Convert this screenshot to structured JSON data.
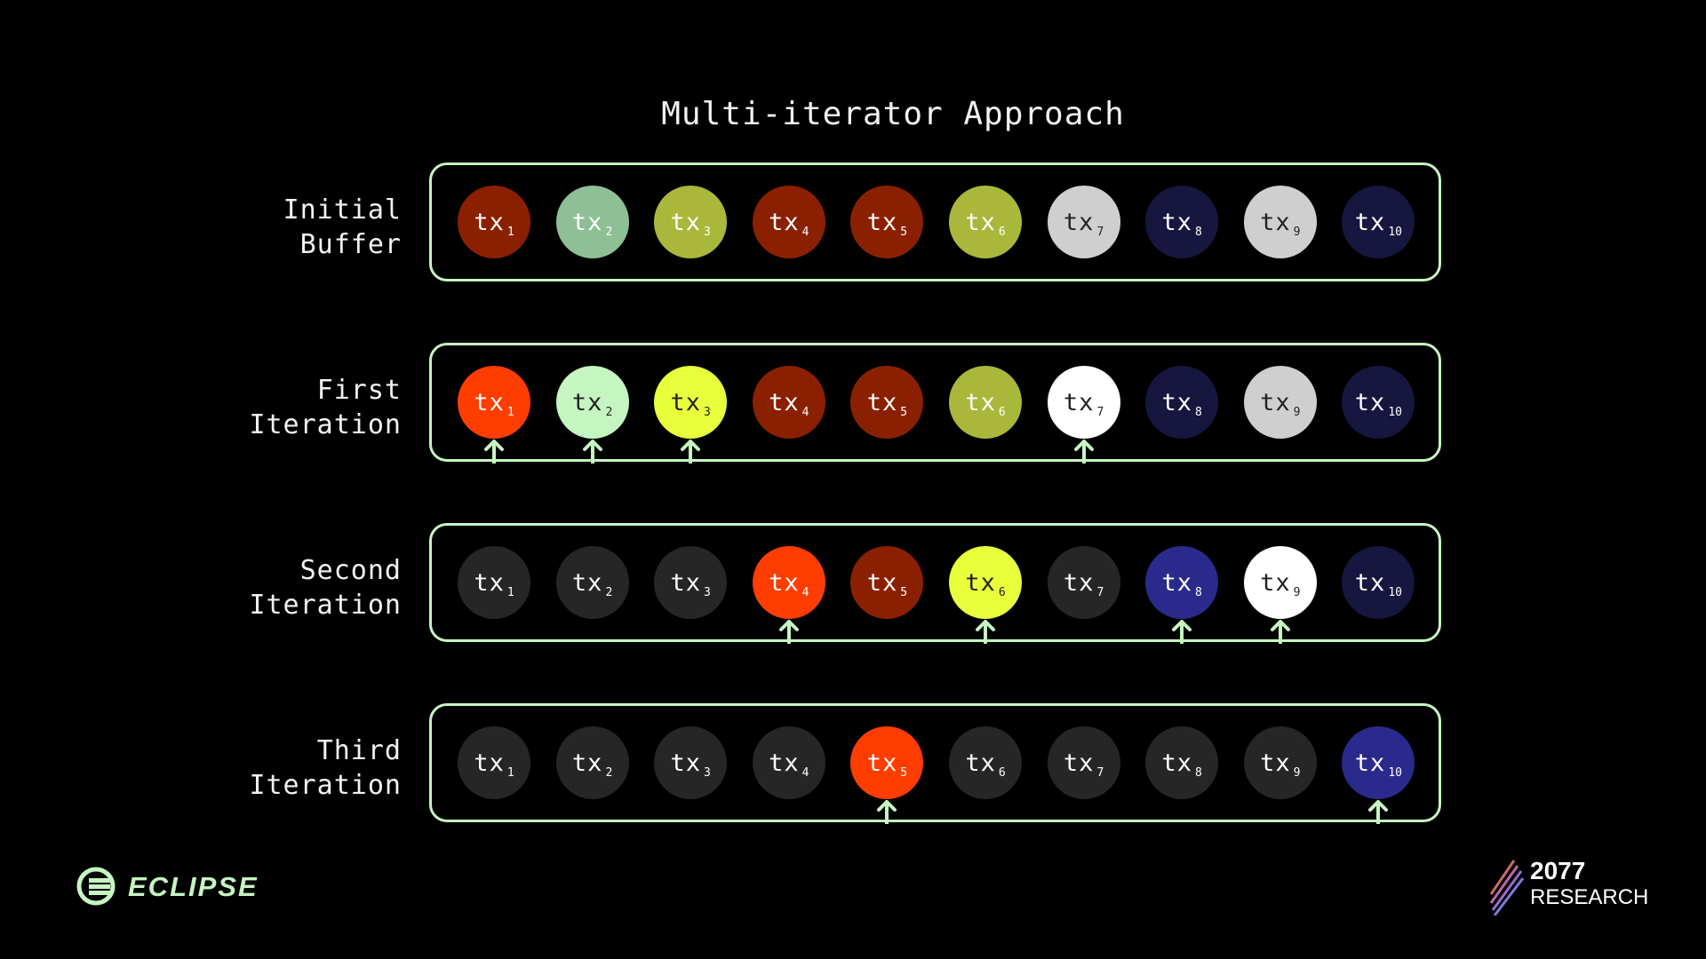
{
  "title": "Multi-iterator Approach",
  "colors": {
    "border": "#c5f5c0",
    "arrow": "#c5f5c0",
    "logo_green": "#c5f5c0"
  },
  "rows": [
    {
      "label_lines": [
        "Initial",
        "Buffer"
      ],
      "txs": [
        {
          "label": "tx",
          "sub": "1",
          "bg": "#8b2000",
          "fg": "#ffffff",
          "selected": false
        },
        {
          "label": "tx",
          "sub": "2",
          "bg": "#8ebf95",
          "fg": "#ffffff",
          "selected": false
        },
        {
          "label": "tx",
          "sub": "3",
          "bg": "#a9b83a",
          "fg": "#ffffff",
          "selected": false
        },
        {
          "label": "tx",
          "sub": "4",
          "bg": "#8b2000",
          "fg": "#ffffff",
          "selected": false
        },
        {
          "label": "tx",
          "sub": "5",
          "bg": "#8b2000",
          "fg": "#ffffff",
          "selected": false
        },
        {
          "label": "tx",
          "sub": "6",
          "bg": "#a9b83a",
          "fg": "#ffffff",
          "selected": false
        },
        {
          "label": "tx",
          "sub": "7",
          "bg": "#cfcfcf",
          "fg": "#222222",
          "selected": false
        },
        {
          "label": "tx",
          "sub": "8",
          "bg": "#16163f",
          "fg": "#ffffff",
          "selected": false
        },
        {
          "label": "tx",
          "sub": "9",
          "bg": "#cfcfcf",
          "fg": "#222222",
          "selected": false
        },
        {
          "label": "tx",
          "sub": "10",
          "bg": "#16163f",
          "fg": "#ffffff",
          "selected": false
        }
      ]
    },
    {
      "label_lines": [
        "First",
        "Iteration"
      ],
      "txs": [
        {
          "label": "tx",
          "sub": "1",
          "bg": "#ff3d00",
          "fg": "#ffffff",
          "selected": true
        },
        {
          "label": "tx",
          "sub": "2",
          "bg": "#c5f5c0",
          "fg": "#222222",
          "selected": true
        },
        {
          "label": "tx",
          "sub": "3",
          "bg": "#e8ff3c",
          "fg": "#222222",
          "selected": true
        },
        {
          "label": "tx",
          "sub": "4",
          "bg": "#8b2000",
          "fg": "#ffffff",
          "selected": false
        },
        {
          "label": "tx",
          "sub": "5",
          "bg": "#8b2000",
          "fg": "#ffffff",
          "selected": false
        },
        {
          "label": "tx",
          "sub": "6",
          "bg": "#a9b83a",
          "fg": "#ffffff",
          "selected": false
        },
        {
          "label": "tx",
          "sub": "7",
          "bg": "#ffffff",
          "fg": "#222222",
          "selected": true
        },
        {
          "label": "tx",
          "sub": "8",
          "bg": "#16163f",
          "fg": "#ffffff",
          "selected": false
        },
        {
          "label": "tx",
          "sub": "9",
          "bg": "#cfcfcf",
          "fg": "#222222",
          "selected": false
        },
        {
          "label": "tx",
          "sub": "10",
          "bg": "#16163f",
          "fg": "#ffffff",
          "selected": false
        }
      ]
    },
    {
      "label_lines": [
        "Second",
        "Iteration"
      ],
      "txs": [
        {
          "label": "tx",
          "sub": "1",
          "bg": "#262626",
          "fg": "#ffffff",
          "selected": false
        },
        {
          "label": "tx",
          "sub": "2",
          "bg": "#262626",
          "fg": "#ffffff",
          "selected": false
        },
        {
          "label": "tx",
          "sub": "3",
          "bg": "#262626",
          "fg": "#ffffff",
          "selected": false
        },
        {
          "label": "tx",
          "sub": "4",
          "bg": "#ff3d00",
          "fg": "#ffffff",
          "selected": true
        },
        {
          "label": "tx",
          "sub": "5",
          "bg": "#8b2000",
          "fg": "#ffffff",
          "selected": false
        },
        {
          "label": "tx",
          "sub": "6",
          "bg": "#e8ff3c",
          "fg": "#222222",
          "selected": true
        },
        {
          "label": "tx",
          "sub": "7",
          "bg": "#262626",
          "fg": "#ffffff",
          "selected": false
        },
        {
          "label": "tx",
          "sub": "8",
          "bg": "#2a2a8c",
          "fg": "#ffffff",
          "selected": true
        },
        {
          "label": "tx",
          "sub": "9",
          "bg": "#ffffff",
          "fg": "#222222",
          "selected": true
        },
        {
          "label": "tx",
          "sub": "10",
          "bg": "#16163f",
          "fg": "#ffffff",
          "selected": false
        }
      ]
    },
    {
      "label_lines": [
        "Third",
        "Iteration"
      ],
      "txs": [
        {
          "label": "tx",
          "sub": "1",
          "bg": "#262626",
          "fg": "#ffffff",
          "selected": false
        },
        {
          "label": "tx",
          "sub": "2",
          "bg": "#262626",
          "fg": "#ffffff",
          "selected": false
        },
        {
          "label": "tx",
          "sub": "3",
          "bg": "#262626",
          "fg": "#ffffff",
          "selected": false
        },
        {
          "label": "tx",
          "sub": "4",
          "bg": "#262626",
          "fg": "#ffffff",
          "selected": false
        },
        {
          "label": "tx",
          "sub": "5",
          "bg": "#ff3d00",
          "fg": "#ffffff",
          "selected": true
        },
        {
          "label": "tx",
          "sub": "6",
          "bg": "#262626",
          "fg": "#ffffff",
          "selected": false
        },
        {
          "label": "tx",
          "sub": "7",
          "bg": "#262626",
          "fg": "#ffffff",
          "selected": false
        },
        {
          "label": "tx",
          "sub": "8",
          "bg": "#262626",
          "fg": "#ffffff",
          "selected": false
        },
        {
          "label": "tx",
          "sub": "9",
          "bg": "#262626",
          "fg": "#ffffff",
          "selected": false
        },
        {
          "label": "tx",
          "sub": "10",
          "bg": "#2a2a8c",
          "fg": "#ffffff",
          "selected": true
        }
      ]
    }
  ],
  "logos": {
    "left": {
      "text": "ECLIPSE",
      "icon": "eclipse-logo-icon"
    },
    "right": {
      "line1": "2077",
      "line2": "RESEARCH",
      "icon": "2077-research-logo-icon"
    }
  }
}
